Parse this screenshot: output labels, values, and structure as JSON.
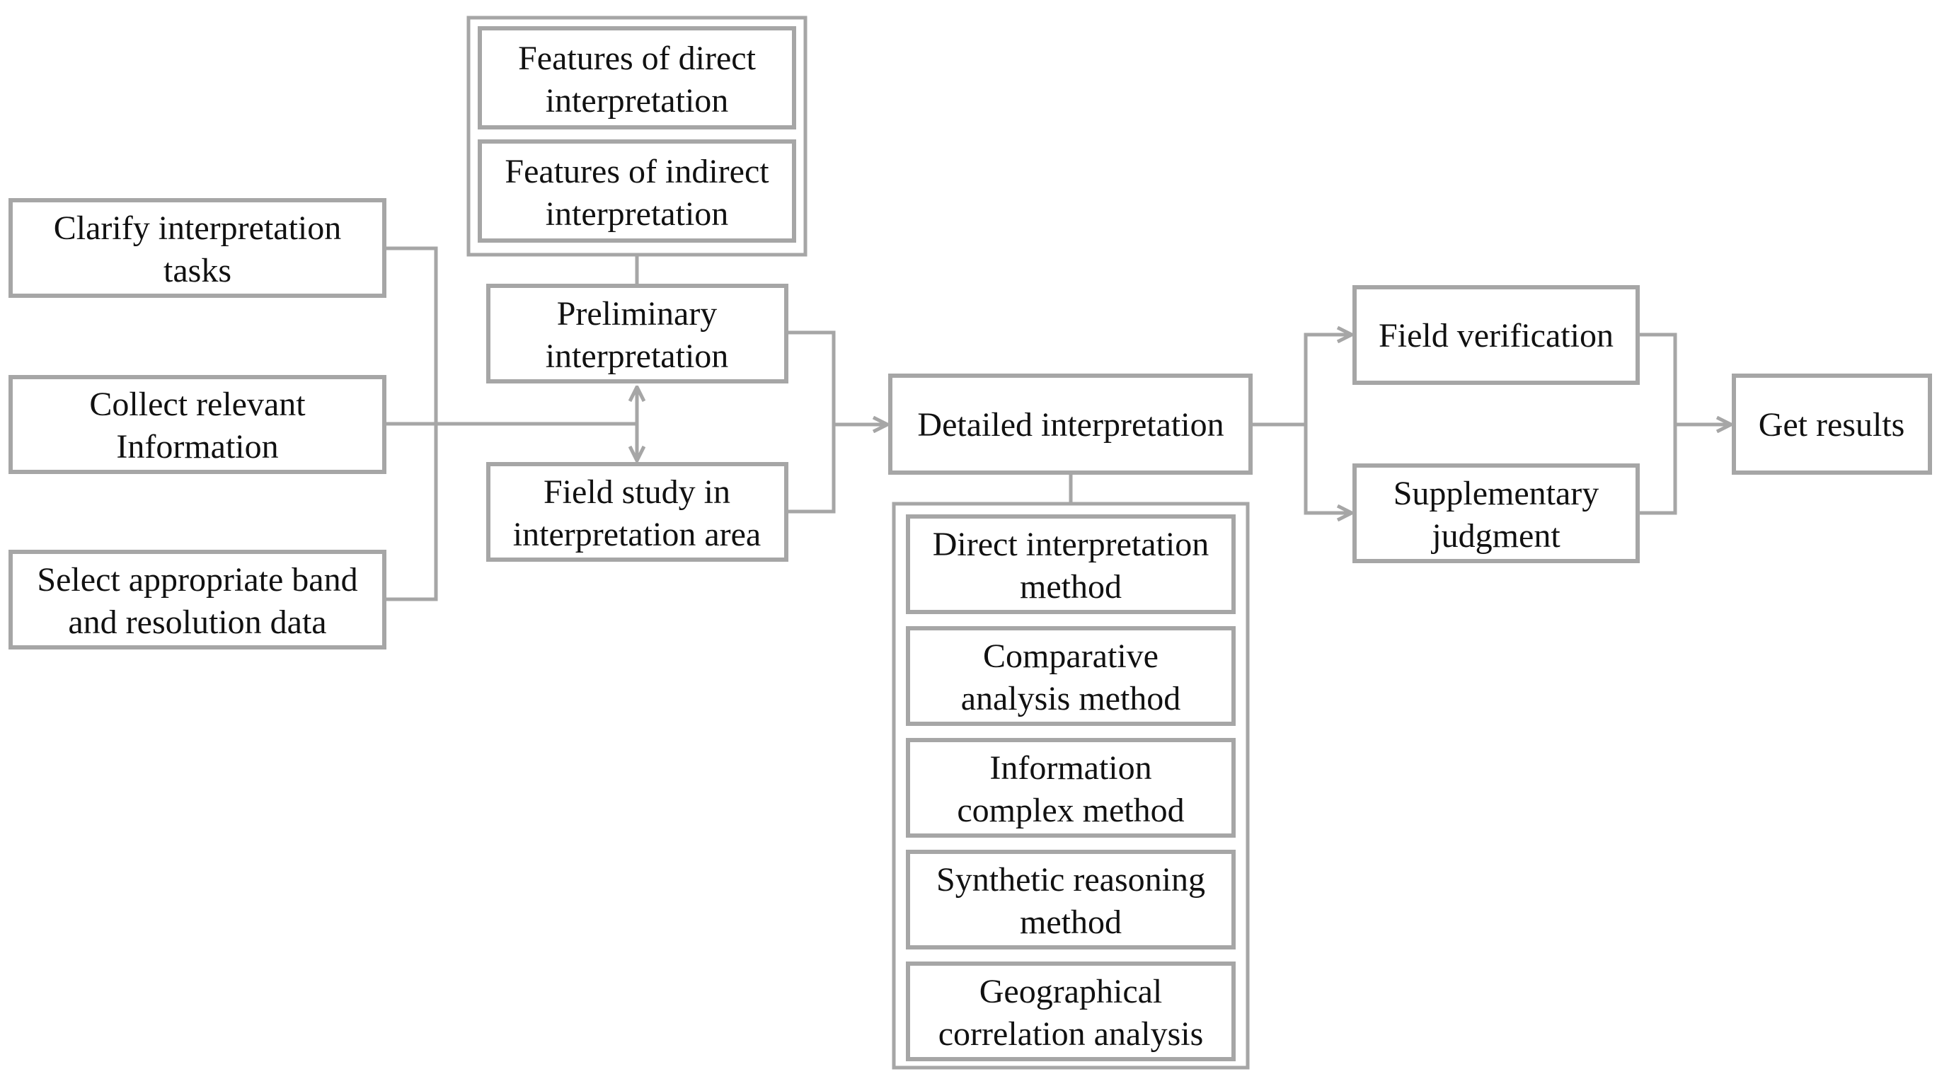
{
  "colors": {
    "stroke": "#a6a6a6",
    "text": "#111111",
    "background": "#ffffff"
  },
  "boxes": {
    "clarify": [
      "Clarify interpretation",
      "tasks"
    ],
    "collect": [
      "Collect relevant",
      "Information"
    ],
    "select": [
      "Select appropriate band",
      "and resolution data"
    ],
    "direct_features": [
      "Features of direct",
      "interpretation"
    ],
    "indirect_features": [
      "Features of indirect",
      "interpretation"
    ],
    "preliminary": [
      "Preliminary",
      "interpretation"
    ],
    "field_study": [
      "Field study in",
      "interpretation area"
    ],
    "detailed": [
      "Detailed interpretation"
    ],
    "direct_method": [
      "Direct interpretation",
      "method"
    ],
    "comparative": [
      "Comparative",
      "analysis method"
    ],
    "info_complex": [
      "Information",
      "complex method"
    ],
    "synthetic": [
      "Synthetic reasoning",
      "method"
    ],
    "geographical": [
      "Geographical",
      "correlation analysis"
    ],
    "field_verification": [
      "Field verification"
    ],
    "supplementary": [
      "Supplementary",
      "judgment"
    ],
    "results": [
      "Get results"
    ]
  }
}
